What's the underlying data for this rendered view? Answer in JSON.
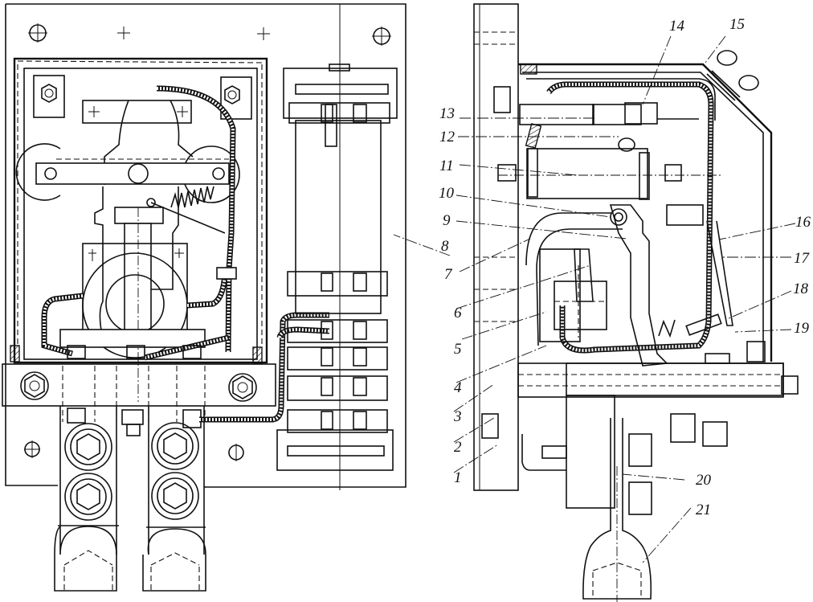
{
  "figure": {
    "type": "technical-drawing",
    "views": [
      {
        "id": "front-view",
        "description": "Front view of relay assembly with cover removed"
      },
      {
        "id": "side-section",
        "description": "Side section view with numbered callouts"
      }
    ],
    "callouts": [
      {
        "number": "1"
      },
      {
        "number": "2"
      },
      {
        "number": "3"
      },
      {
        "number": "4"
      },
      {
        "number": "5"
      },
      {
        "number": "6"
      },
      {
        "number": "7"
      },
      {
        "number": "8"
      },
      {
        "number": "9"
      },
      {
        "number": "10"
      },
      {
        "number": "11"
      },
      {
        "number": "12"
      },
      {
        "number": "13"
      },
      {
        "number": "14"
      },
      {
        "number": "15"
      },
      {
        "number": "16"
      },
      {
        "number": "17"
      },
      {
        "number": "18"
      },
      {
        "number": "19"
      },
      {
        "number": "20"
      },
      {
        "number": "21"
      }
    ],
    "colors": {
      "ink": "#111111",
      "paper": "#ffffff"
    }
  }
}
